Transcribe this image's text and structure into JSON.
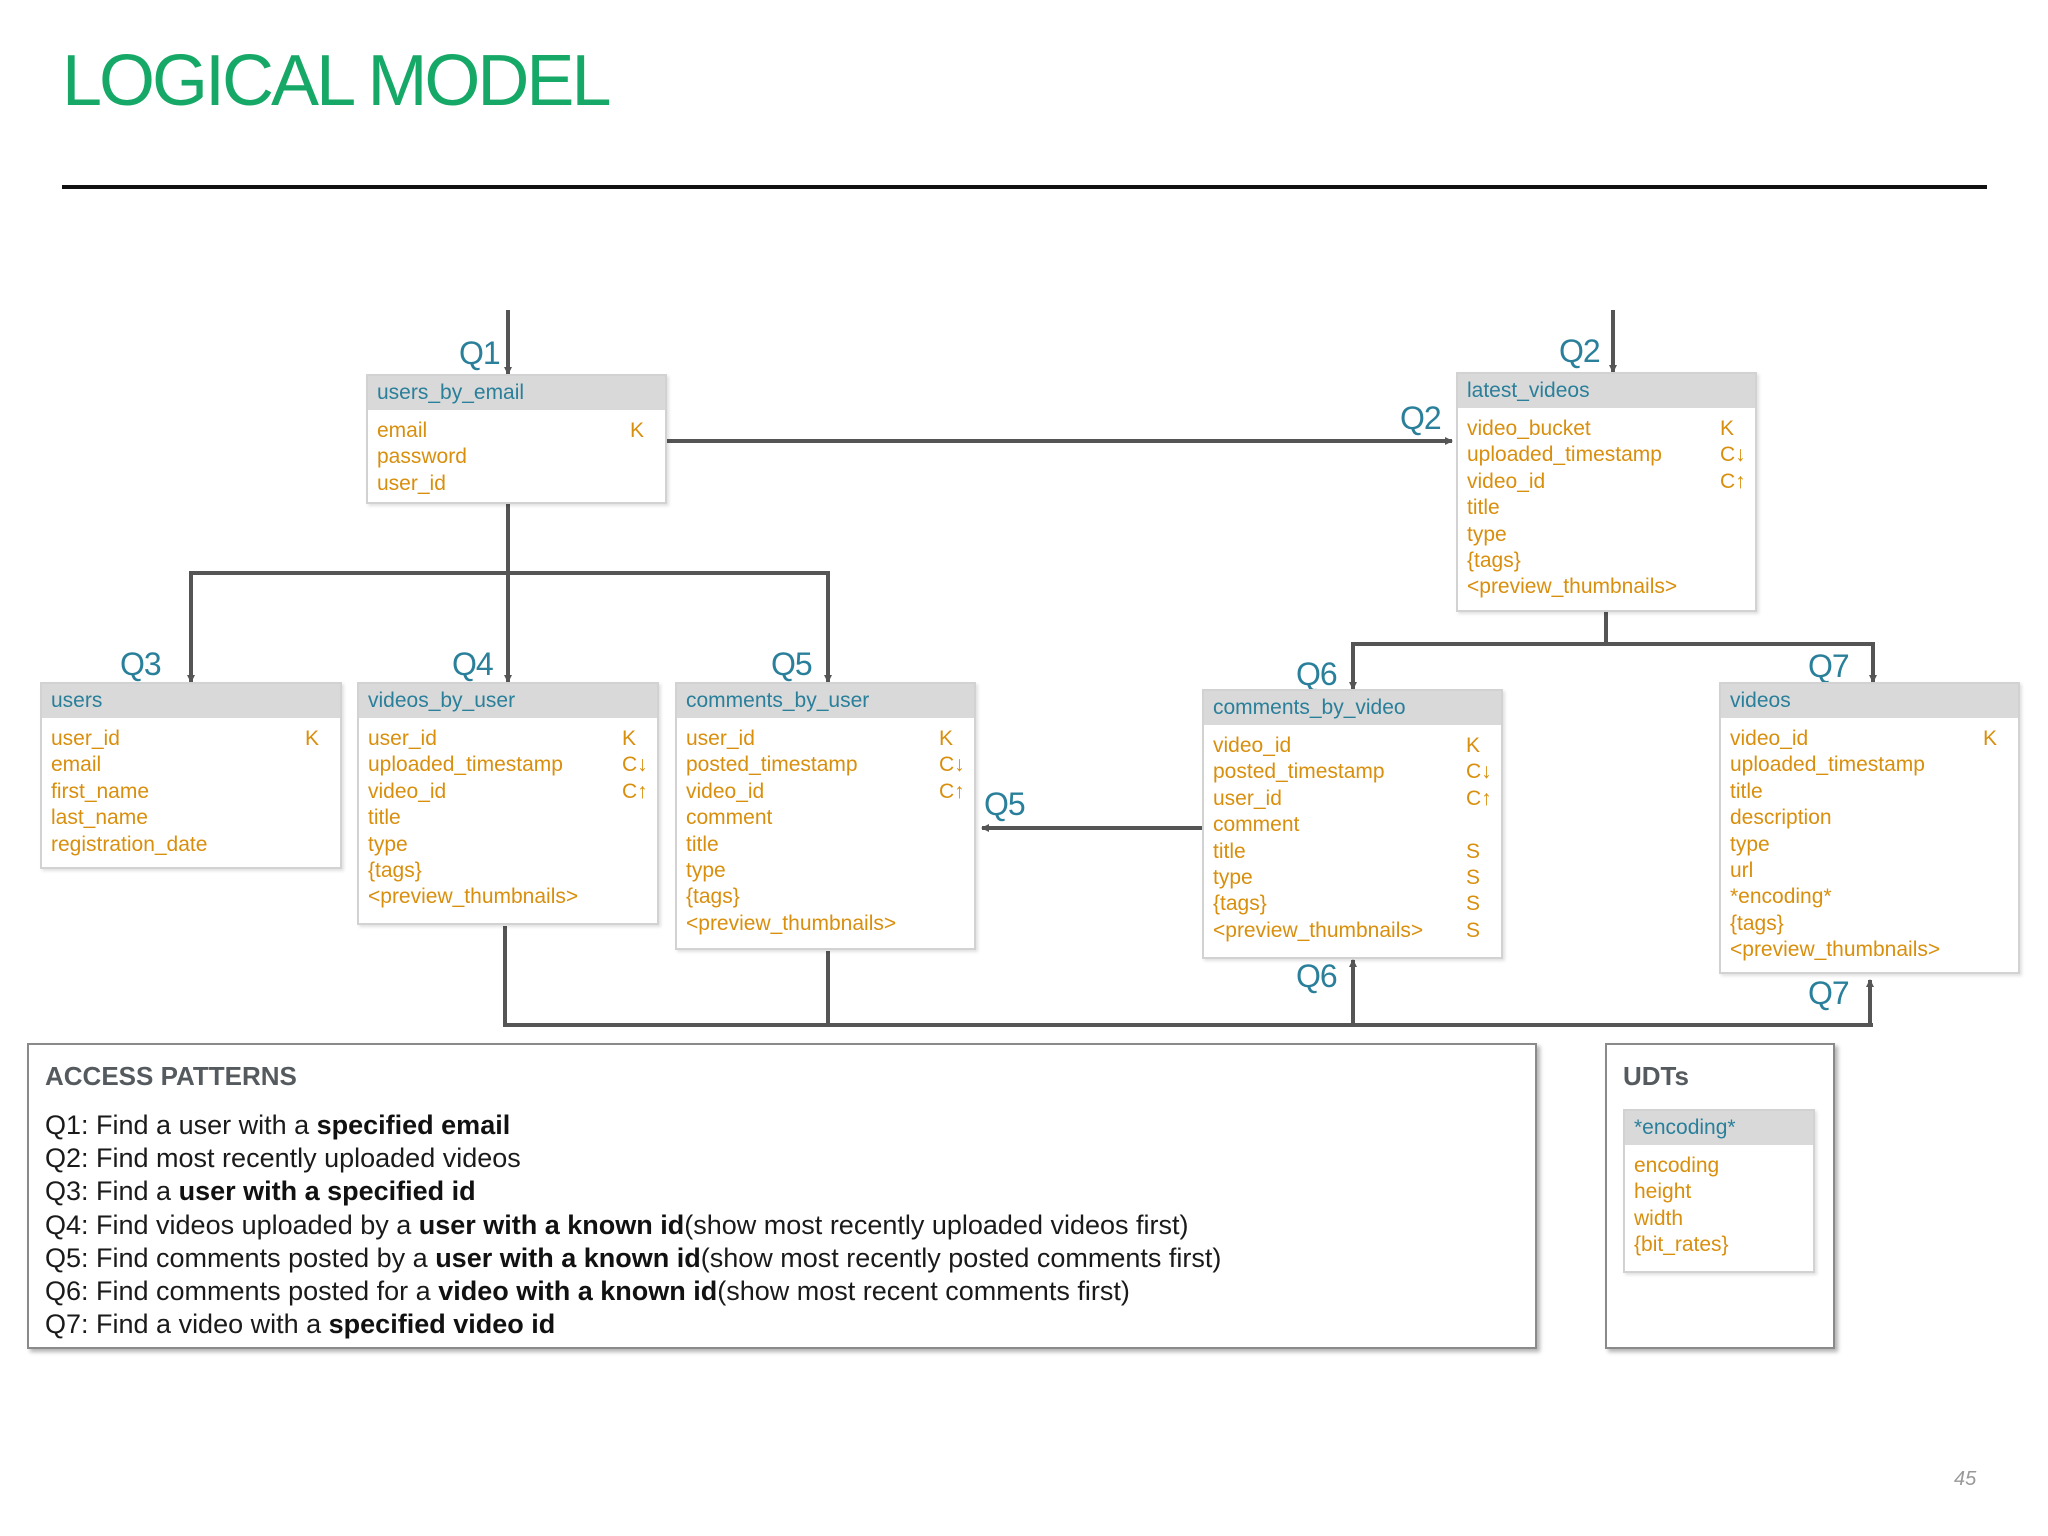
{
  "title": "LOGICAL MODEL",
  "colors": {
    "title": "#16a866",
    "query_label": "#2a7f9a",
    "field": "#d98f0e",
    "table_header_bg": "#d9d9d9",
    "line": "#555555"
  },
  "entities": [
    {
      "name": "users_by_email",
      "fields": [
        {
          "name": "email",
          "key": "K"
        },
        {
          "name": "password",
          "key": ""
        },
        {
          "name": "user_id",
          "key": ""
        }
      ]
    },
    {
      "name": "latest_videos",
      "fields": [
        {
          "name": "video_bucket",
          "key": "K"
        },
        {
          "name": "uploaded_timestamp",
          "key": "C↓"
        },
        {
          "name": "video_id",
          "key": "C↑"
        },
        {
          "name": "title",
          "key": ""
        },
        {
          "name": "type",
          "key": ""
        },
        {
          "name": "{tags}",
          "key": ""
        },
        {
          "name": "<preview_thumbnails>",
          "key": ""
        }
      ]
    },
    {
      "name": "users",
      "fields": [
        {
          "name": "user_id",
          "key": "K"
        },
        {
          "name": "email",
          "key": ""
        },
        {
          "name": "first_name",
          "key": ""
        },
        {
          "name": "last_name",
          "key": ""
        },
        {
          "name": "registration_date",
          "key": ""
        }
      ]
    },
    {
      "name": "videos_by_user",
      "fields": [
        {
          "name": "user_id",
          "key": "K"
        },
        {
          "name": "uploaded_timestamp",
          "key": "C↓"
        },
        {
          "name": "video_id",
          "key": "C↑"
        },
        {
          "name": "title",
          "key": ""
        },
        {
          "name": "type",
          "key": ""
        },
        {
          "name": "{tags}",
          "key": ""
        },
        {
          "name": "<preview_thumbnails>",
          "key": ""
        }
      ]
    },
    {
      "name": "comments_by_user",
      "fields": [
        {
          "name": "user_id",
          "key": "K"
        },
        {
          "name": "posted_timestamp",
          "key": "C↓"
        },
        {
          "name": "video_id",
          "key": "C↑"
        },
        {
          "name": "comment",
          "key": ""
        },
        {
          "name": "title",
          "key": ""
        },
        {
          "name": "type",
          "key": ""
        },
        {
          "name": "{tags}",
          "key": ""
        },
        {
          "name": "<preview_thumbnails>",
          "key": ""
        }
      ]
    },
    {
      "name": "comments_by_video",
      "fields": [
        {
          "name": "video_id",
          "key": "K"
        },
        {
          "name": "posted_timestamp",
          "key": "C↓"
        },
        {
          "name": "user_id",
          "key": "C↑"
        },
        {
          "name": "comment",
          "key": ""
        },
        {
          "name": "title",
          "key": "S"
        },
        {
          "name": "type",
          "key": "S"
        },
        {
          "name": "{tags}",
          "key": "S"
        },
        {
          "name": "<preview_thumbnails>",
          "key": "S"
        }
      ]
    },
    {
      "name": "videos",
      "fields": [
        {
          "name": "video_id",
          "key": "K"
        },
        {
          "name": "uploaded_timestamp",
          "key": ""
        },
        {
          "name": "title",
          "key": ""
        },
        {
          "name": "description",
          "key": ""
        },
        {
          "name": "type",
          "key": ""
        },
        {
          "name": "url",
          "key": ""
        },
        {
          "name": "*encoding*",
          "key": ""
        },
        {
          "name": "{tags}",
          "key": ""
        },
        {
          "name": "<preview_thumbnails>",
          "key": ""
        }
      ]
    }
  ],
  "query_labels": [
    "Q1",
    "Q2",
    "Q2",
    "Q3",
    "Q4",
    "Q5",
    "Q5",
    "Q6",
    "Q7",
    "Q6",
    "Q7"
  ],
  "access_patterns": {
    "title": "ACCESS PATTERNS",
    "items": [
      {
        "prefix": "Q1: Find a user with a ",
        "bold": "specified email",
        "suffix": ""
      },
      {
        "prefix": "Q2: Find most recently uploaded videos",
        "bold": "",
        "suffix": ""
      },
      {
        "prefix": "Q3: Find a ",
        "bold": "user with a specified id",
        "suffix": ""
      },
      {
        "prefix": "Q4: Find videos uploaded by a ",
        "bold": "user with a known id",
        "suffix": "(show most recently uploaded videos first)"
      },
      {
        "prefix": "Q5: Find comments posted by a ",
        "bold": "user with a known id",
        "suffix": "(show most recently posted comments first)"
      },
      {
        "prefix": "Q6: Find comments posted for a ",
        "bold": "video with a known id",
        "suffix": "(show most recent comments first)"
      },
      {
        "prefix": "Q7: Find a video with a ",
        "bold": "specified video id",
        "suffix": ""
      }
    ]
  },
  "udts": {
    "title": "UDTs",
    "type": {
      "name": "*encoding*",
      "fields": [
        {
          "name": "encoding",
          "key": ""
        },
        {
          "name": "height",
          "key": ""
        },
        {
          "name": "width",
          "key": ""
        },
        {
          "name": "{bit_rates}",
          "key": ""
        }
      ]
    }
  },
  "page_number": "45"
}
